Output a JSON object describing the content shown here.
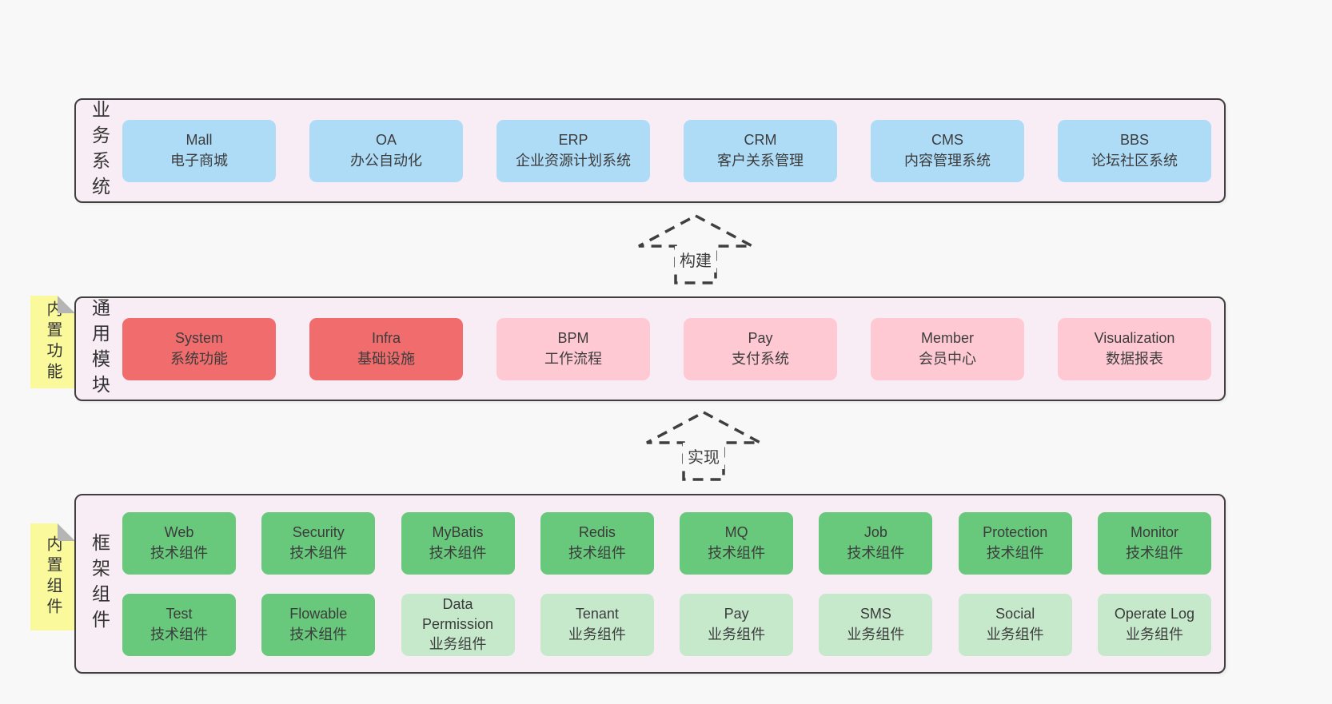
{
  "colors": {
    "blue": "#aedcf7",
    "red": "#f16c6c",
    "pink": "#ffc9d3",
    "green": "#68c87b",
    "lightgreen": "#c6e9cc",
    "yellow": "#fafa9d",
    "container_bg": "#f8edf5",
    "border": "#3f3f3f",
    "page_bg": "#f8f8f8"
  },
  "arrows": [
    {
      "label": "构建"
    },
    {
      "label": "实现"
    }
  ],
  "layers": [
    {
      "label": "业务系统",
      "boxes": [
        {
          "title": "Mall",
          "subtitle": "电子商城",
          "variant": "blue"
        },
        {
          "title": "OA",
          "subtitle": "办公自动化",
          "variant": "blue"
        },
        {
          "title": "ERP",
          "subtitle": "企业资源计划系统",
          "variant": "blue"
        },
        {
          "title": "CRM",
          "subtitle": "客户关系管理",
          "variant": "blue"
        },
        {
          "title": "CMS",
          "subtitle": "内容管理系统",
          "variant": "blue"
        },
        {
          "title": "BBS",
          "subtitle": "论坛社区系统",
          "variant": "blue"
        }
      ]
    },
    {
      "label": "通用模块",
      "tag": "内置功能",
      "boxes": [
        {
          "title": "System",
          "subtitle": "系统功能",
          "variant": "red"
        },
        {
          "title": "Infra",
          "subtitle": "基础设施",
          "variant": "red"
        },
        {
          "title": "BPM",
          "subtitle": "工作流程",
          "variant": "pink"
        },
        {
          "title": "Pay",
          "subtitle": "支付系统",
          "variant": "pink"
        },
        {
          "title": "Member",
          "subtitle": "会员中心",
          "variant": "pink"
        },
        {
          "title": "Visualization",
          "subtitle": "数据报表",
          "variant": "pink"
        }
      ]
    },
    {
      "label": "框架组件",
      "tag": "内置组件",
      "rows": [
        [
          {
            "title": "Web",
            "subtitle": "技术组件",
            "variant": "green"
          },
          {
            "title": "Security",
            "subtitle": "技术组件",
            "variant": "green"
          },
          {
            "title": "MyBatis",
            "subtitle": "技术组件",
            "variant": "green"
          },
          {
            "title": "Redis",
            "subtitle": "技术组件",
            "variant": "green"
          },
          {
            "title": "MQ",
            "subtitle": "技术组件",
            "variant": "green"
          },
          {
            "title": "Job",
            "subtitle": "技术组件",
            "variant": "green"
          },
          {
            "title": "Protection",
            "subtitle": "技术组件",
            "variant": "green"
          },
          {
            "title": "Monitor",
            "subtitle": "技术组件",
            "variant": "green"
          }
        ],
        [
          {
            "title": "Test",
            "subtitle": "技术组件",
            "variant": "green"
          },
          {
            "title": "Flowable",
            "subtitle": "技术组件",
            "variant": "green"
          },
          {
            "title": "Data Permission",
            "subtitle": "业务组件",
            "variant": "lightgreen"
          },
          {
            "title": "Tenant",
            "subtitle": "业务组件",
            "variant": "lightgreen"
          },
          {
            "title": "Pay",
            "subtitle": "业务组件",
            "variant": "lightgreen"
          },
          {
            "title": "SMS",
            "subtitle": "业务组件",
            "variant": "lightgreen"
          },
          {
            "title": "Social",
            "subtitle": "业务组件",
            "variant": "lightgreen"
          },
          {
            "title": "Operate Log",
            "subtitle": "业务组件",
            "variant": "lightgreen"
          }
        ]
      ]
    }
  ]
}
